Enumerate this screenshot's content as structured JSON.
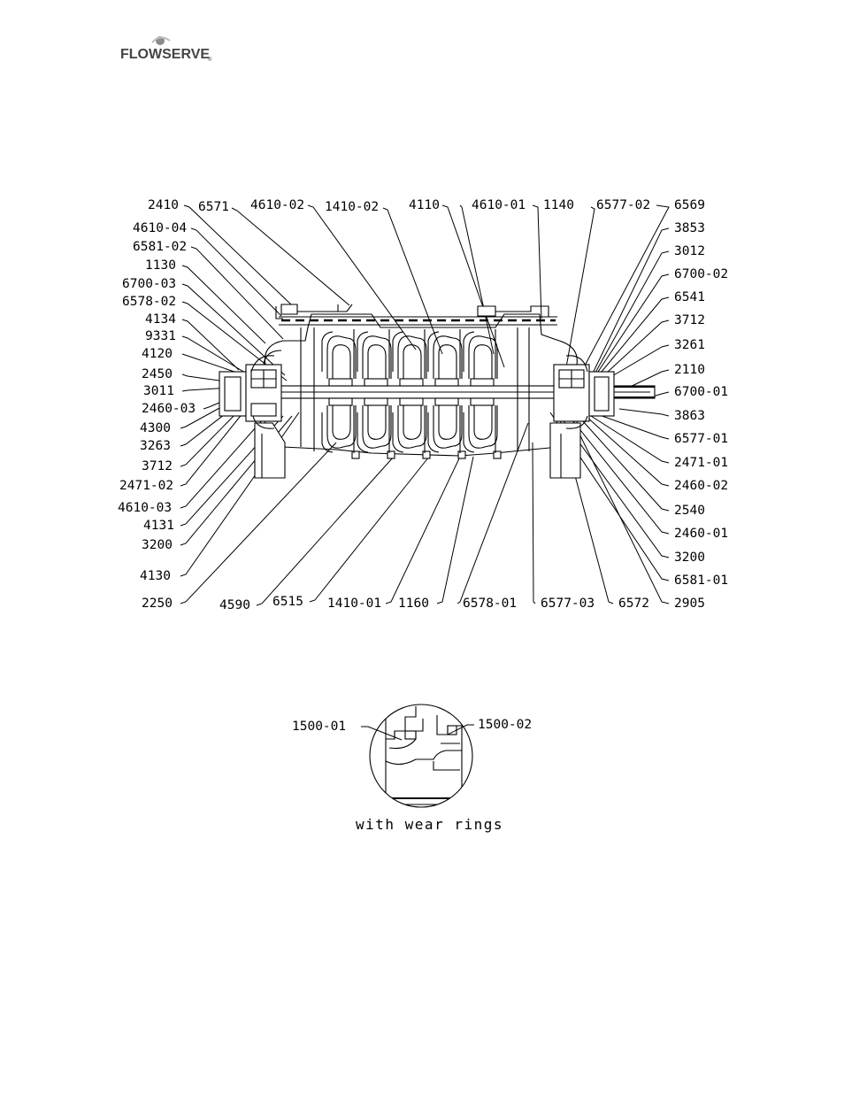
{
  "logo": {
    "text": "FLOWSERVE",
    "mark": "®"
  },
  "diagram": {
    "top_labels": [
      "2410",
      "6571",
      "4610-02",
      "1410-02",
      "4110",
      "4610-01",
      "1140",
      "6577-02",
      "6569"
    ],
    "left_labels": [
      "4610-04",
      "6581-02",
      "1130",
      "6700-03",
      "6578-02",
      "4134",
      "9331",
      "4120",
      "2450",
      "3011",
      "2460-03",
      "4300",
      "3263",
      "3712",
      "2471-02",
      "4610-03",
      "4131",
      "3200",
      "4130"
    ],
    "right_labels": [
      "3853",
      "3012",
      "6700-02",
      "6541",
      "3712",
      "3261",
      "2110",
      "6700-01",
      "3863",
      "6577-01",
      "2471-01",
      "2460-02",
      "2540",
      "2460-01",
      "3200",
      "6581-01"
    ],
    "bottom_labels": [
      "2250",
      "4590",
      "6515",
      "1410-01",
      "1160",
      "6578-01",
      "6577-03",
      "6572",
      "2905"
    ]
  },
  "detail": {
    "left_label": "1500-01",
    "right_label": "1500-02",
    "caption": "with wear rings"
  }
}
